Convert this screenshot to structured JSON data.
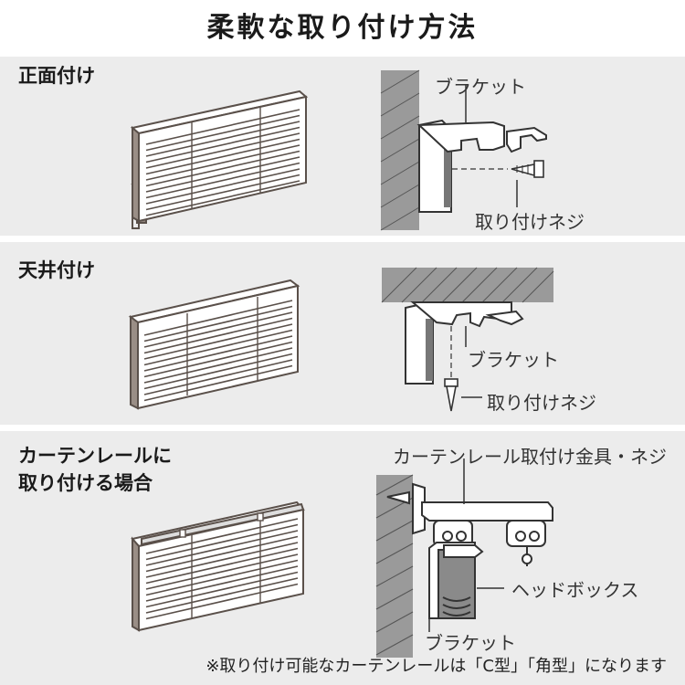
{
  "title": "柔軟な取り付け方法",
  "sections": [
    {
      "label": "正面付け",
      "callouts": {
        "bracket": "ブラケット",
        "screw": "取り付けネジ"
      }
    },
    {
      "label": "天井付け",
      "callouts": {
        "bracket": "ブラケット",
        "screw": "取り付けネジ"
      }
    },
    {
      "label_line1": "カーテンレールに",
      "label_line2": "取り付ける場合",
      "callouts": {
        "rail_fitting": "カーテンレール取付け金具・ネジ",
        "headbox": "ヘッドボックス",
        "bracket": "ブラケット"
      },
      "note": "※取り付け可能なカーテンレールは「C型」「角型」になります"
    }
  ],
  "colors": {
    "panel": "#ececec",
    "line": "#333333",
    "frame": "#6b5f58"
  }
}
